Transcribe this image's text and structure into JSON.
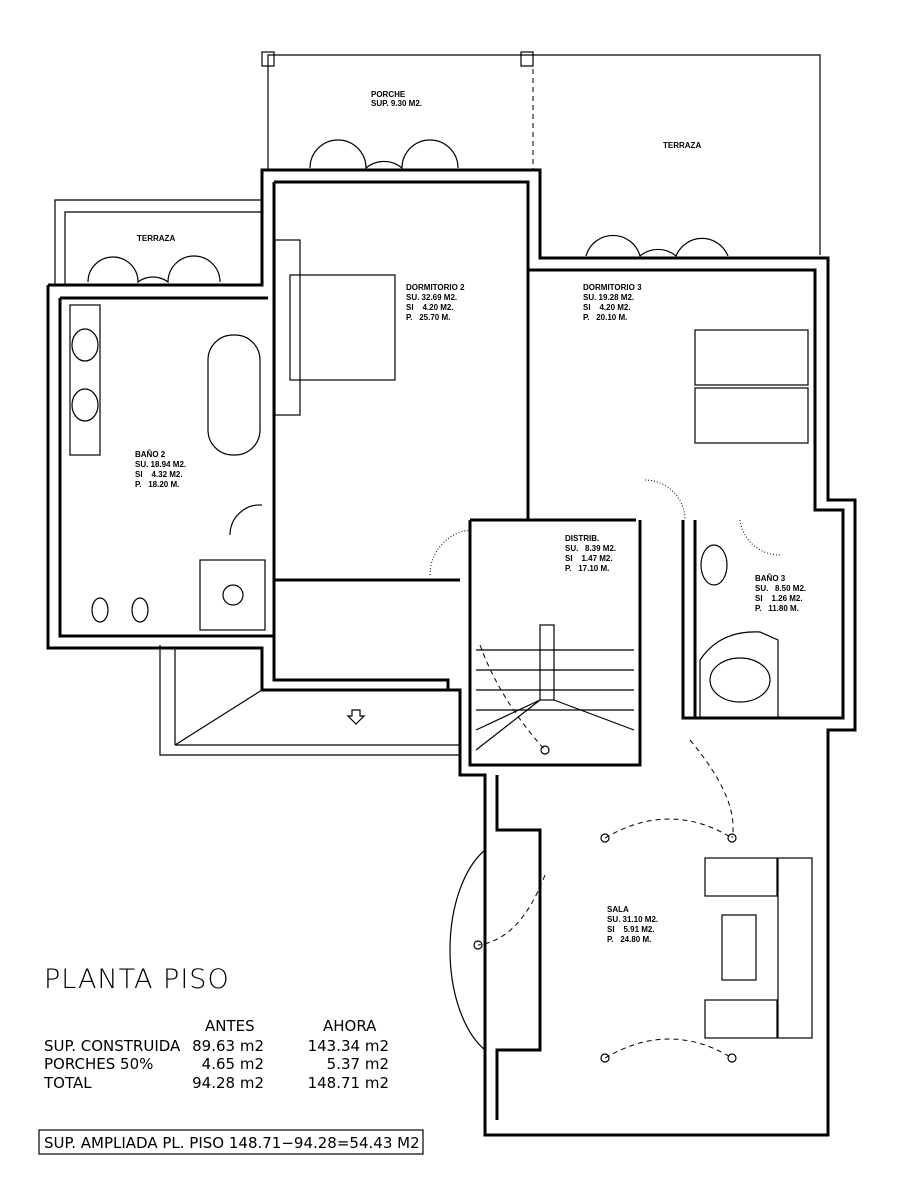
{
  "title": "PLANTA PISO",
  "rooms": {
    "porche": {
      "name": "PORCHE",
      "sup": "SUP. 9.30 M2."
    },
    "terraza_top": {
      "name": "TERRAZA"
    },
    "terraza_left": {
      "name": "TERRAZA"
    },
    "dormitorio2": {
      "name": "DORMITORIO 2",
      "su": "SU. 32.69 M2.",
      "si": "SI    4.20 M2.",
      "p": "P.   25.70 M."
    },
    "dormitorio3": {
      "name": "DORMITORIO 3",
      "su": "SU. 19.28 M2.",
      "si": "SI    4.20 M2.",
      "p": "P.   20.10 M."
    },
    "bano2": {
      "name": "BAÑO 2",
      "su": "SU. 18.94 M2.",
      "si": "SI    4.32 M2.",
      "p": "P.   18.20 M."
    },
    "distrib": {
      "name": "DISTRIB.",
      "su": "SU.   8.39 M2.",
      "si": "SI    1.47 M2.",
      "p": "P.   17.10 M."
    },
    "bano3": {
      "name": "BAÑO 3",
      "su": "SU.   8.50 M2.",
      "si": "SI    1.26 M2.",
      "p": "P.   11.80 M."
    },
    "sala": {
      "name": "SALA",
      "su": "SU. 31.10 M2.",
      "si": "SI    5.91 M2.",
      "p": "P.   24.80 M."
    }
  },
  "summary": {
    "headers": [
      "ANTES",
      "AHORA"
    ],
    "rows": [
      {
        "label": "SUP. CONSTRUIDA",
        "antes": "89.63 m2",
        "ahora": "143.34 m2"
      },
      {
        "label": "PORCHES 50%",
        "antes": "4.65 m2",
        "ahora": "5.37 m2"
      },
      {
        "label": "TOTAL",
        "antes": "94.28 m2",
        "ahora": "148.71 m2"
      }
    ],
    "ampliada": "SUP. AMPLIADA PL. PISO 148.71−94.28=54.43 M2"
  }
}
